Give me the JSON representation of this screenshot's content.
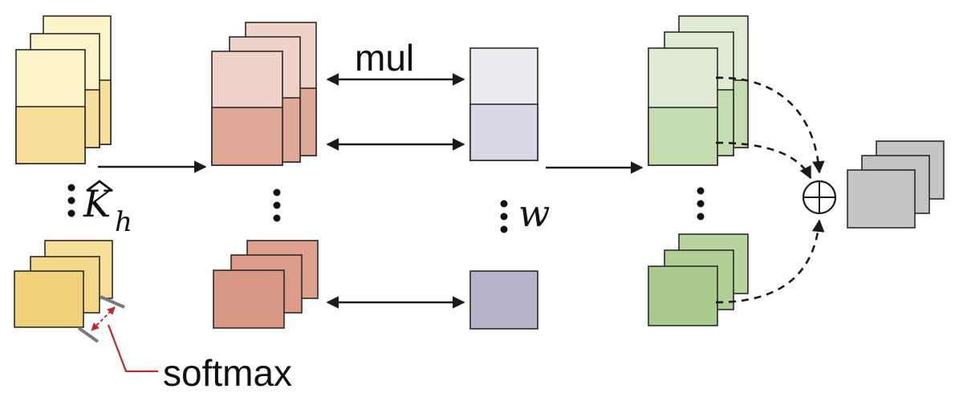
{
  "labels": {
    "mul": "mul",
    "k_hat": "K",
    "k_sub": "h",
    "w": "w",
    "softmax": "softmax"
  },
  "colors": {
    "yellow_light": "#fdf3c8",
    "yellow_mid": "#f6df99",
    "yellow_dark": "#f1d17a",
    "red_light": "#f0d3c8",
    "red_mid": "#dfa897",
    "red_dark": "#d99886",
    "lav_light": "#ecebf2",
    "lav_mid": "#d9d8e6",
    "lav_dark": "#b7b4cb",
    "green_light": "#deebd2",
    "green_mid": "#c5dcb0",
    "green_dark": "#a9cb8e",
    "gray": "#c4c4c4",
    "arrow": "#1a1a1a",
    "softmax_arrow": "#c0292b",
    "tick": "#7a7a7a"
  }
}
